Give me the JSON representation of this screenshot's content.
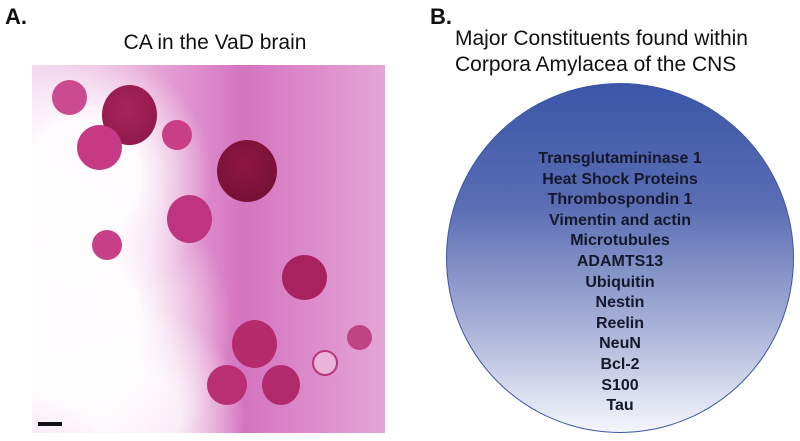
{
  "panel_a": {
    "label": "A.",
    "title": "CA in the VaD brain"
  },
  "panel_b": {
    "label": "B.",
    "title_line1": "Major Constituents found within",
    "title_line2": "Corpora Amylacea of the CNS",
    "constituents": [
      "Transglutamininase 1",
      "Heat Shock Proteins",
      "Thrombospondin 1",
      "Vimentin and actin",
      "Microtubules",
      "ADAMTS13",
      "Ubiquitin",
      "Nestin",
      "Reelin",
      "NeuN",
      "Bcl-2",
      "S100",
      "Tau"
    ]
  },
  "colors": {
    "circle_top": "#3c56a8",
    "circle_bottom": "#f5f6fb",
    "stain": "#c0457f"
  }
}
